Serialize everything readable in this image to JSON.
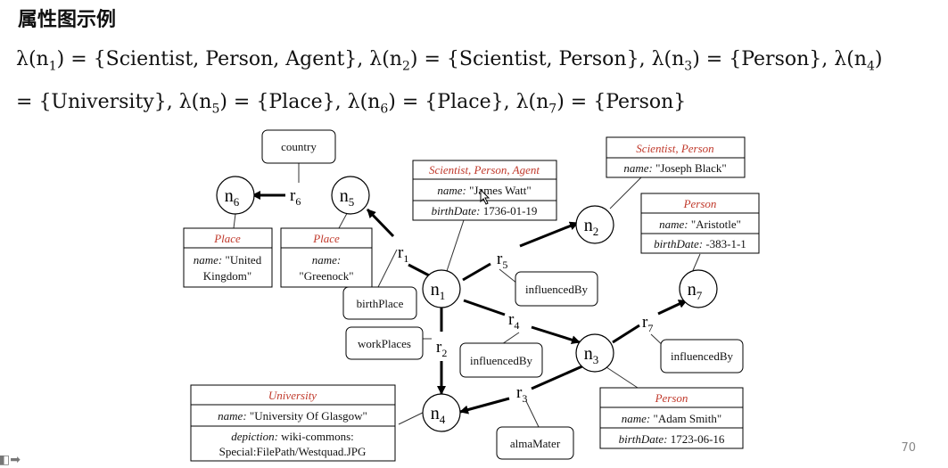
{
  "title": "属性图示例",
  "formula": {
    "line1": [
      {
        "node": "n",
        "sub": "1",
        "set": "{Scientist, Person, Agent}"
      },
      {
        "node": "n",
        "sub": "2",
        "set": "{Scientist, Person}"
      },
      {
        "node": "n",
        "sub": "3",
        "set": "{Person}"
      },
      {
        "node": "n",
        "sub": "4",
        "set": ""
      }
    ],
    "line2_first": "{University}",
    "line2": [
      {
        "node": "n",
        "sub": "5",
        "set": "{Place}"
      },
      {
        "node": "n",
        "sub": "6",
        "set": "{Place}"
      },
      {
        "node": "n",
        "sub": "7",
        "set": "{Person}"
      }
    ]
  },
  "diagram": {
    "nodes": {
      "n1": {
        "label": "n",
        "sub": "1"
      },
      "n2": {
        "label": "n",
        "sub": "2"
      },
      "n3": {
        "label": "n",
        "sub": "3"
      },
      "n4": {
        "label": "n",
        "sub": "4"
      },
      "n5": {
        "label": "n",
        "sub": "5"
      },
      "n6": {
        "label": "n",
        "sub": "6"
      },
      "n7": {
        "label": "n",
        "sub": "7"
      }
    },
    "edges": {
      "r1": {
        "label": "r",
        "sub": "1",
        "type": "birthPlace"
      },
      "r2": {
        "label": "r",
        "sub": "2",
        "type": "workPlaces"
      },
      "r3": {
        "label": "r",
        "sub": "3",
        "type": "almaMater"
      },
      "r4": {
        "label": "r",
        "sub": "4",
        "type": "influencedBy"
      },
      "r5": {
        "label": "r",
        "sub": "5",
        "type": "influencedBy"
      },
      "r6": {
        "label": "r",
        "sub": "6",
        "type": "country"
      },
      "r7": {
        "label": "r",
        "sub": "7",
        "type": "influencedBy"
      }
    },
    "propboxes": {
      "n1": {
        "label": "Scientist, Person, Agent",
        "rows": [
          {
            "k": "name:",
            "v": "\"James Watt\""
          },
          {
            "k": "birthDate:",
            "v": "1736-01-19"
          }
        ]
      },
      "n2": {
        "label": "Scientist, Person",
        "rows": [
          {
            "k": "name:",
            "v": "\"Joseph Black\""
          }
        ]
      },
      "n7": {
        "label": "Person",
        "rows": [
          {
            "k": "name:",
            "v": "\"Aristotle\""
          },
          {
            "k": "birthDate:",
            "v": "-383-1-1"
          }
        ]
      },
      "n6": {
        "label": "Place",
        "row1": "name: \"United",
        "row1k": "name:",
        "row1v": "\"United",
        "row2": "Kingdom\""
      },
      "n5": {
        "label": "Place",
        "row1k": "name:",
        "row2": "\"Greenock\""
      },
      "n3": {
        "label": "Person",
        "rows": [
          {
            "k": "name:",
            "v": "\"Adam Smith\""
          },
          {
            "k": "birthDate:",
            "v": "1723-06-16"
          }
        ]
      },
      "n4": {
        "label": "University",
        "row1k": "name:",
        "row1v": "\"University Of Glasgow\"",
        "row2k": "depiction:",
        "row2v": "wiki-commons:",
        "row3": "Special:FilePath/Westquad.JPG"
      }
    }
  },
  "page_number": "70",
  "colors": {
    "label_red": "#c0392b",
    "text": "#111111"
  }
}
